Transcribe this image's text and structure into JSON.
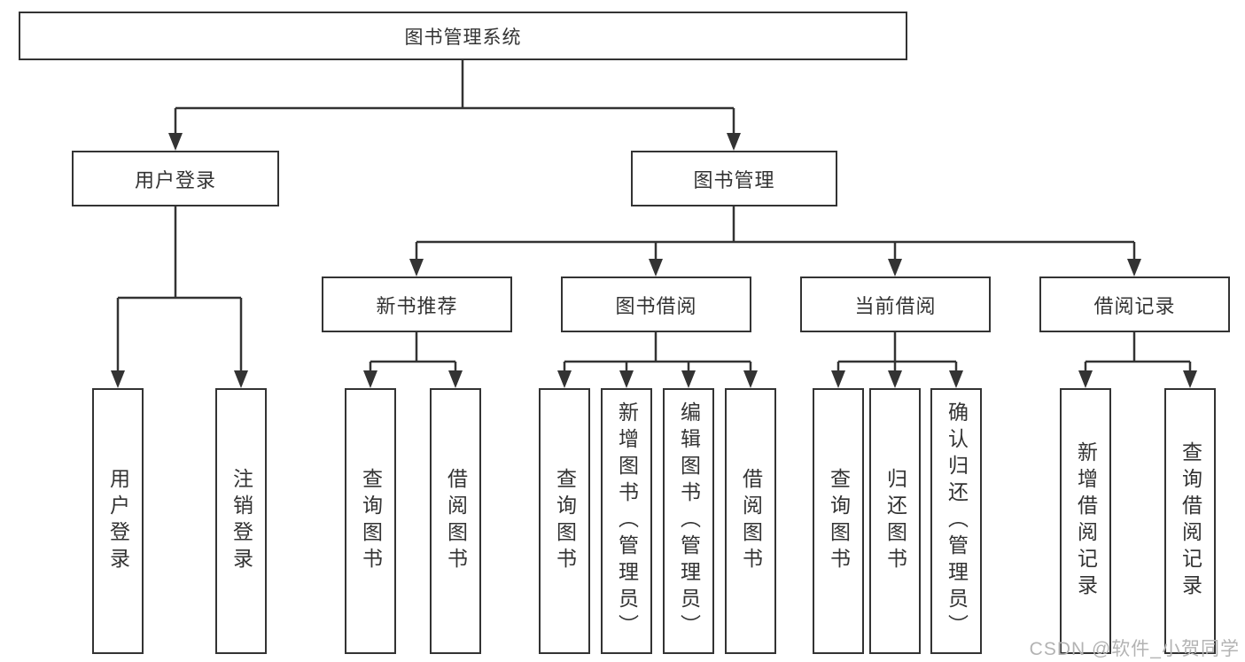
{
  "colors": {
    "line": "#333333",
    "box_border": "#333333",
    "text": "#333333",
    "background": "#ffffff",
    "watermark": "#b3b3b3"
  },
  "watermark": "CSDN @软件_小贺同学",
  "tree": {
    "root": "图书管理系统",
    "branches": [
      {
        "label": "用户登录",
        "children": [
          "用户登录",
          "注销登录"
        ]
      },
      {
        "label": "图书管理",
        "groups": [
          {
            "label": "新书推荐",
            "children": [
              "查询图书",
              "借阅图书"
            ]
          },
          {
            "label": "图书借阅",
            "children": [
              "查询图书",
              "新增图书（管理员）",
              "编辑图书（管理员）",
              "借阅图书"
            ]
          },
          {
            "label": "当前借阅",
            "children": [
              "查询图书",
              "归还图书",
              "确认归还（管理员）"
            ]
          },
          {
            "label": "借阅记录",
            "children": [
              "新增借阅记录",
              "查询借阅记录"
            ]
          }
        ]
      }
    ]
  }
}
